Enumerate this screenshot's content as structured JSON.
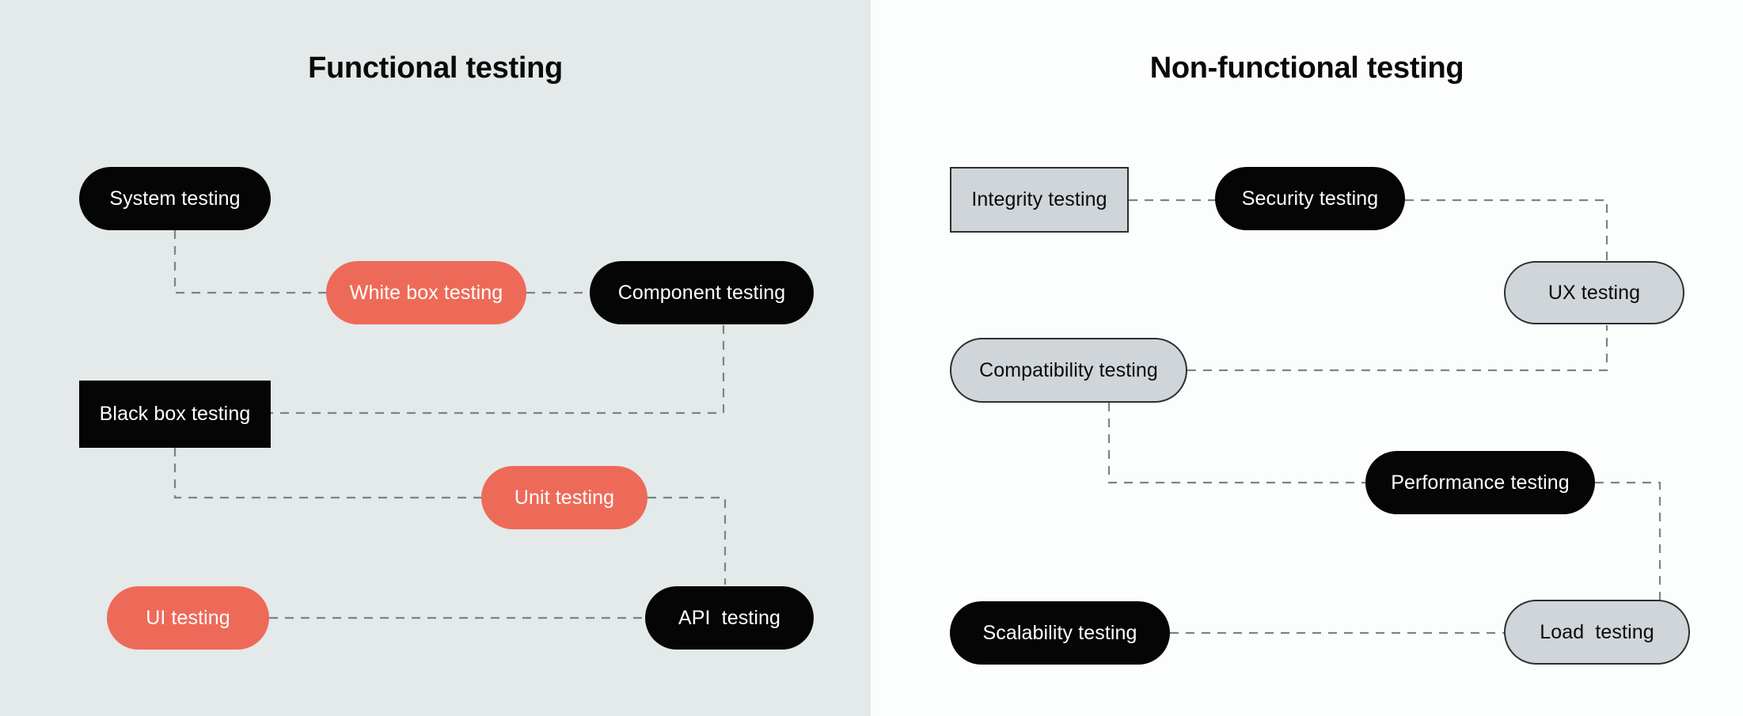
{
  "diagram": {
    "title_left": "Functional testing",
    "title_right": "Non-functional testing",
    "background_left": "#E4E9EA",
    "background_right": "#FCFDFD",
    "edge_color": "#7C8487",
    "colors": {
      "black": "#050505",
      "coral": "#EE6A58",
      "gray_fill": "#CFD5D9",
      "gray_border": "#2B2F31",
      "text_light": "#FFFFFF",
      "text_dark": "#0A0A0A"
    }
  },
  "panels": [
    {
      "id": "functional",
      "title": "Functional testing",
      "nodes": [
        {
          "id": "system",
          "label": "System testing",
          "shape": "pill",
          "fill": "black"
        },
        {
          "id": "whitebox",
          "label": "White box testing",
          "shape": "pill",
          "fill": "coral"
        },
        {
          "id": "component",
          "label": "Component testing",
          "shape": "pill",
          "fill": "black"
        },
        {
          "id": "blackbox",
          "label": "Black box testing",
          "shape": "rect",
          "fill": "black"
        },
        {
          "id": "unit",
          "label": "Unit testing",
          "shape": "pill",
          "fill": "coral"
        },
        {
          "id": "ui",
          "label": "UI testing",
          "shape": "pill",
          "fill": "coral"
        },
        {
          "id": "api",
          "label": "API  testing",
          "shape": "pill",
          "fill": "black"
        }
      ],
      "edges": [
        {
          "from": "system",
          "to": "whitebox"
        },
        {
          "from": "whitebox",
          "to": "component"
        },
        {
          "from": "component",
          "to": "blackbox"
        },
        {
          "from": "blackbox",
          "to": "unit"
        },
        {
          "from": "unit",
          "to": "api"
        },
        {
          "from": "ui",
          "to": "api"
        }
      ]
    },
    {
      "id": "nonfunctional",
      "title": "Non-functional testing",
      "nodes": [
        {
          "id": "integrity",
          "label": "Integrity testing",
          "shape": "rect",
          "fill": "gray"
        },
        {
          "id": "security",
          "label": "Security testing",
          "shape": "pill",
          "fill": "black"
        },
        {
          "id": "ux",
          "label": "UX testing",
          "shape": "pill",
          "fill": "gray"
        },
        {
          "id": "compatibility",
          "label": "Compatibility testing",
          "shape": "pill",
          "fill": "gray"
        },
        {
          "id": "performance",
          "label": "Performance testing",
          "shape": "pill",
          "fill": "black"
        },
        {
          "id": "scalability",
          "label": "Scalability testing",
          "shape": "pill",
          "fill": "black"
        },
        {
          "id": "load",
          "label": "Load  testing",
          "shape": "pill",
          "fill": "gray"
        }
      ],
      "edges": [
        {
          "from": "integrity",
          "to": "security"
        },
        {
          "from": "security",
          "to": "ux"
        },
        {
          "from": "compatibility",
          "to": "ux"
        },
        {
          "from": "compatibility",
          "to": "performance"
        },
        {
          "from": "performance",
          "to": "load"
        },
        {
          "from": "scalability",
          "to": "load"
        }
      ]
    }
  ]
}
